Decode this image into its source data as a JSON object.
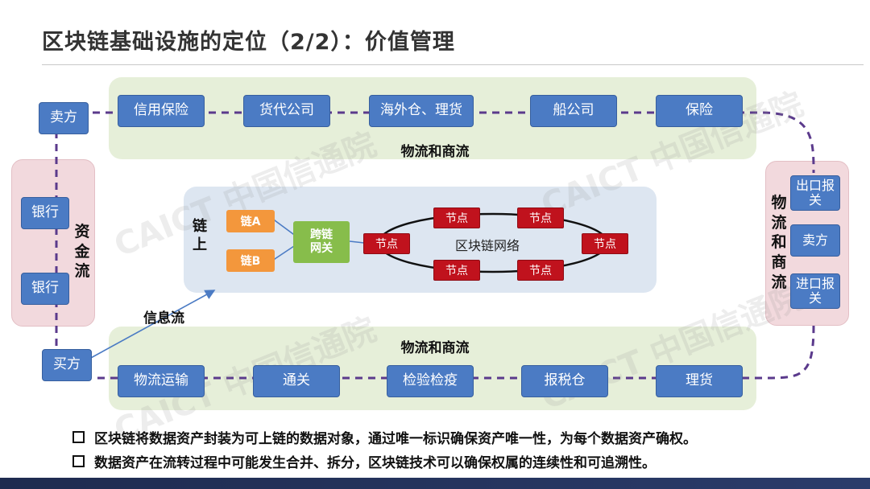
{
  "title": "区块链基础设施的定位（2/2）：价值管理",
  "watermark": "CAICT 中国信通院",
  "top_row": [
    "信用保险",
    "货代公司",
    "海外仓、理货",
    "船公司",
    "保险"
  ],
  "bottom_row": [
    "物流运输",
    "通关",
    "检验检疫",
    "报税仓",
    "理货"
  ],
  "top_flow_label": "物流和商流",
  "bottom_flow_label": "物流和商流",
  "seller_left": "卖方",
  "buyer_left": "买方",
  "bank1": "银行",
  "bank2": "银行",
  "funds_label": "资金流",
  "right_flow_label": "物流和商流",
  "export_customs": "出口报关",
  "seller_right": "卖方",
  "import_customs": "进口报关",
  "onchain_label": "链上",
  "chain_a": "链A",
  "chain_b": "链B",
  "cross_gateway": "跨链网关",
  "node": "节点",
  "network_label": "区块链网络",
  "info_flow_label": "信息流",
  "bullets": [
    "区块链将数据资产封装为可上链的数据对象，通过唯一标识确保资产唯一性，为每个数据资产确权。",
    "数据资产在流转过程中可能发生合并、拆分，区块链技术可以确保权属的连续性和可追溯性。"
  ],
  "colors": {
    "box_blue": "#4b7bc4",
    "node_red": "#c0121d",
    "chain_orange": "#f3973c",
    "gateway_green": "#87bd4b",
    "dash_purple": "#5b3a8c"
  }
}
